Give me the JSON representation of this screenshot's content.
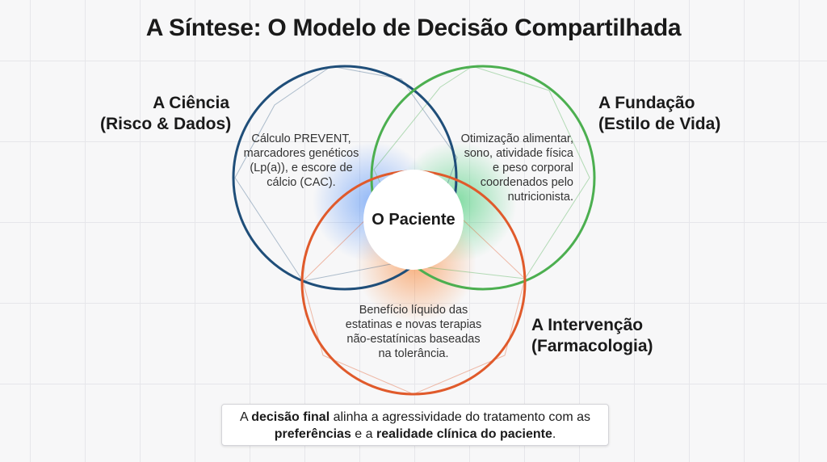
{
  "title": "A Síntese: O Modelo de Decisão Compartilhada",
  "circles": {
    "science": {
      "title_line1": "A Ciência",
      "title_line2": "(Risco & Dados)",
      "color": "#1f4e79",
      "lines": [
        "Cálculo PREVENT,",
        "marcadores genéticos",
        "(Lp(a)), e escore de",
        "cálcio (CAC)."
      ]
    },
    "foundation": {
      "title_line1": "A Fundação",
      "title_line2": "(Estilo de Vida)",
      "color": "#4caf50",
      "lines": [
        "Otimização alimentar,",
        "sono, atividade física",
        "e peso corporal",
        "coordenados pelo",
        "nutricionista."
      ]
    },
    "intervention": {
      "title_line1": "A Intervenção",
      "title_line2": "(Farmacologia)",
      "color": "#e05a2b",
      "lines": [
        "Benefício líquido das",
        "estatinas e novas terapias",
        "não-estatínicas baseadas",
        "na tolerância."
      ]
    }
  },
  "center_label": "O Paciente",
  "note": {
    "p1": "A ",
    "b1": "decisão final",
    "p2": " alinha a agressividade do tratamento com as ",
    "b2": "preferências",
    "p3": " e a ",
    "b3": "realidade clínica do paciente",
    "p4": "."
  }
}
